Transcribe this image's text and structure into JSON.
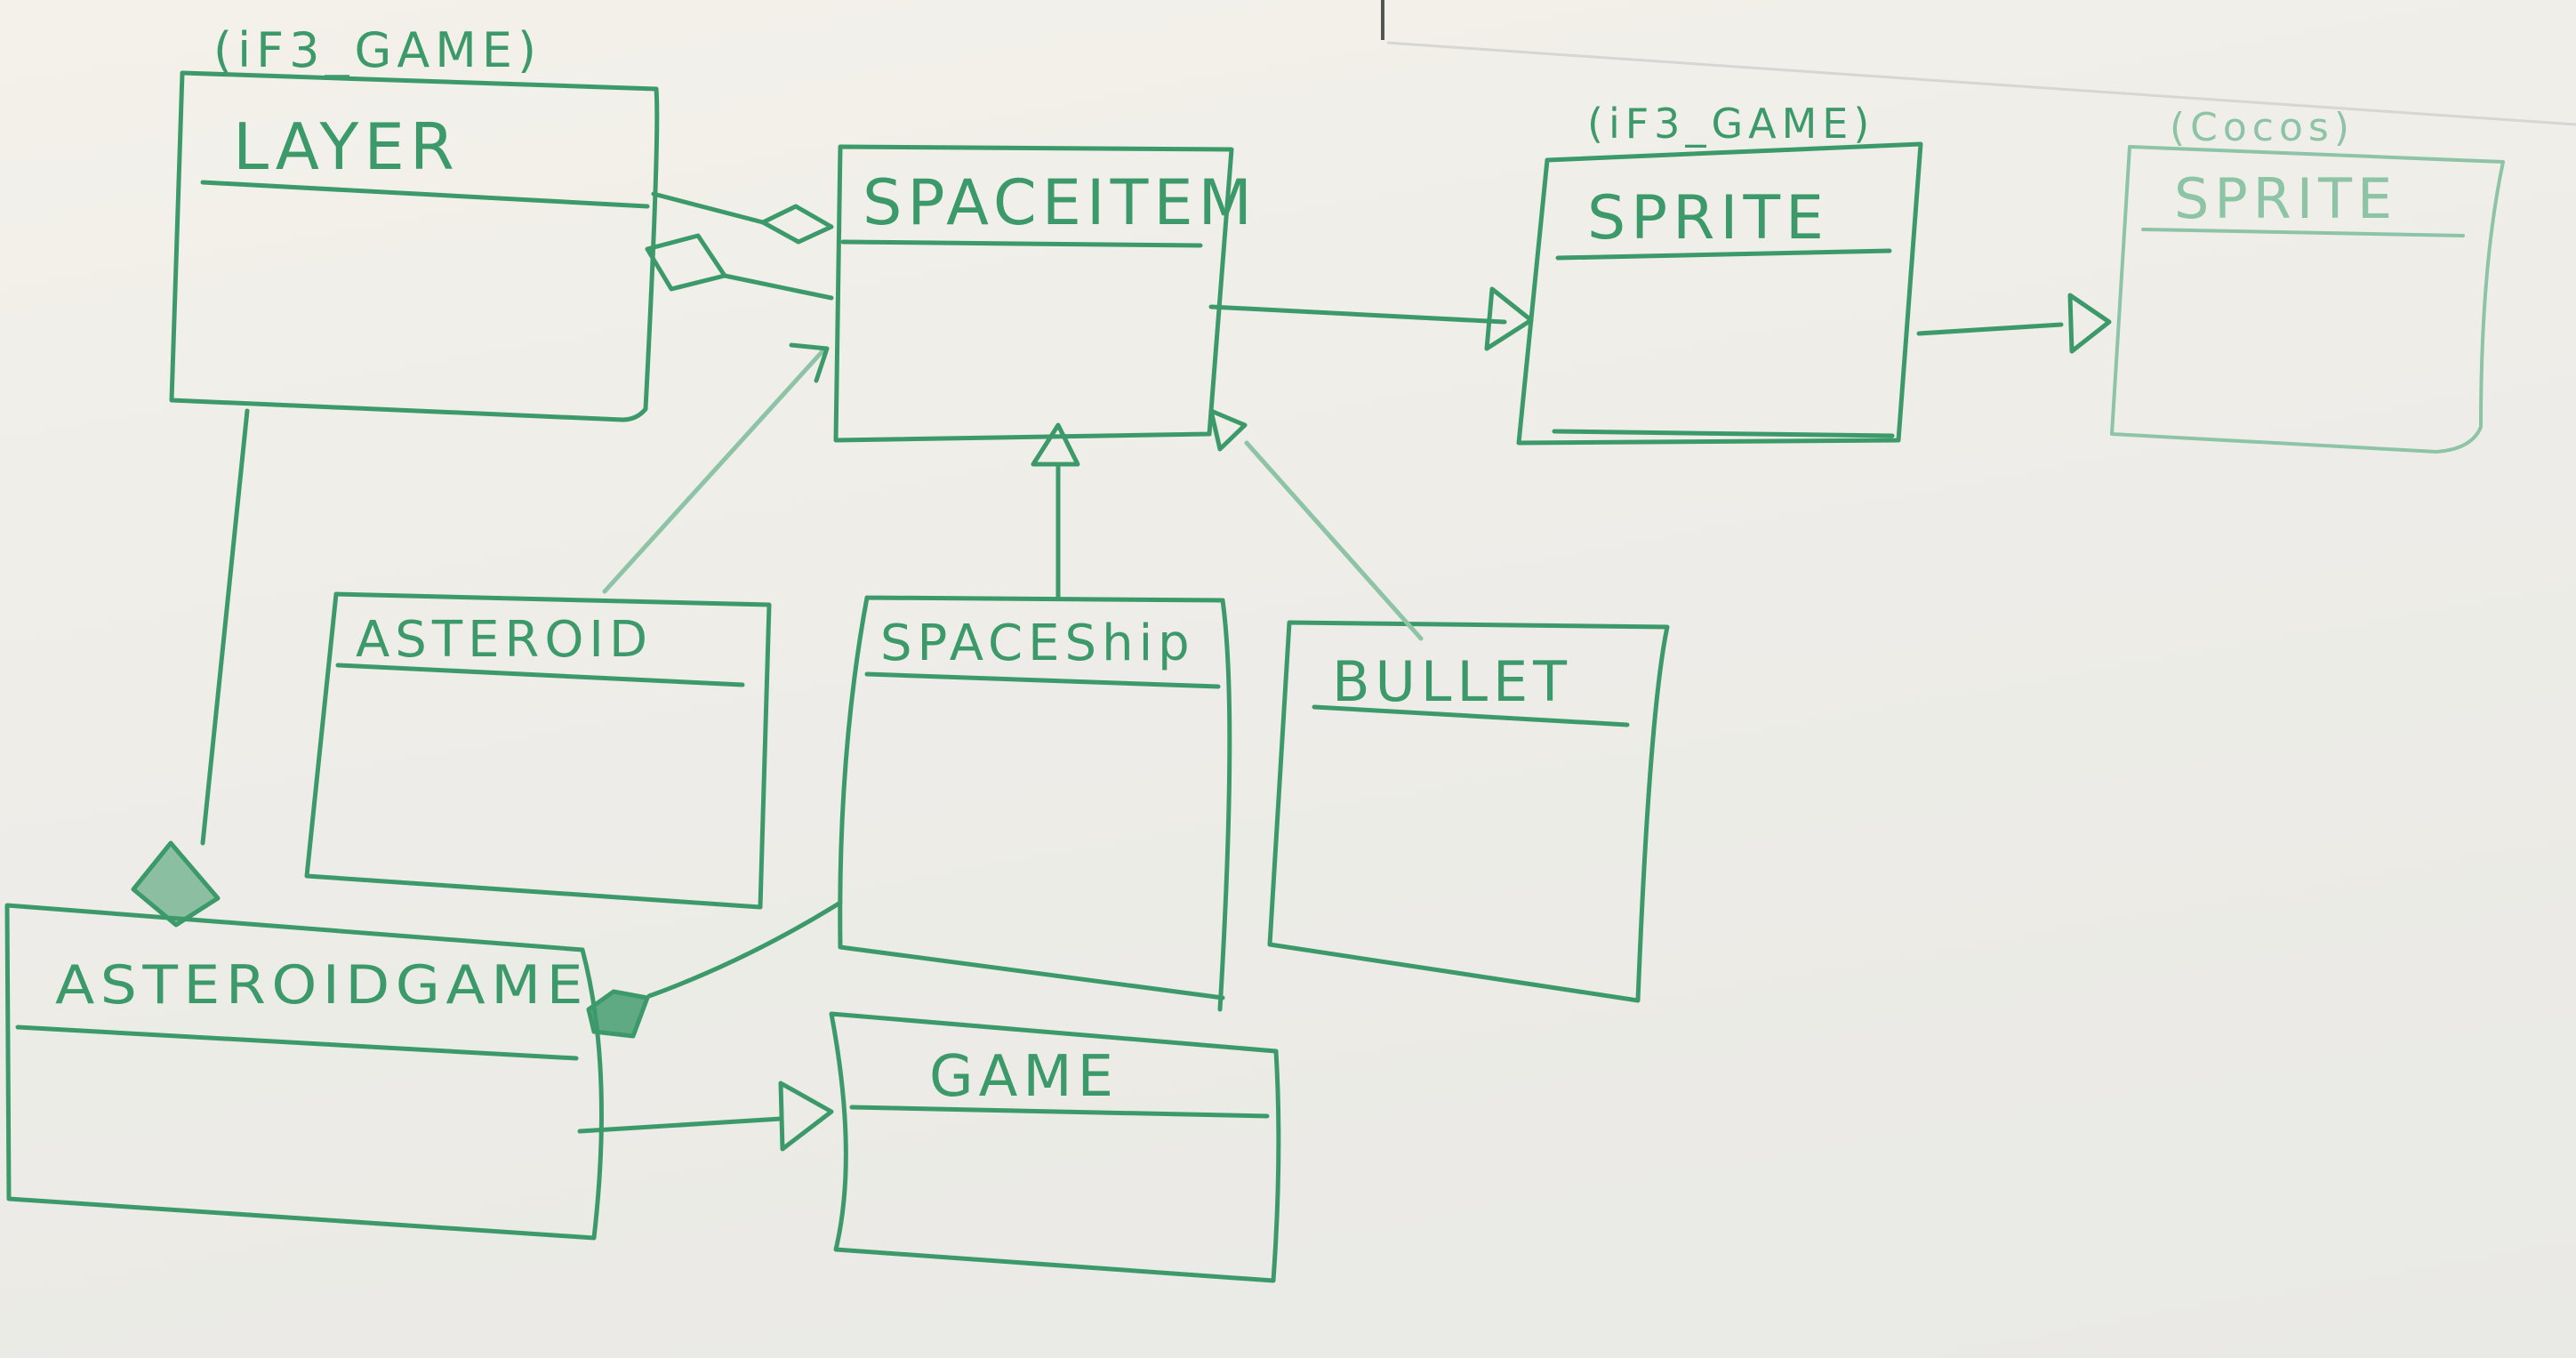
{
  "ink_color": "#3c9a6a",
  "ink_color_light": "#8cc4a5",
  "board_color": "#f1efea",
  "classes": {
    "layer": {
      "stereotype": "(iF3_GAME)",
      "name": "LAYER"
    },
    "space_item": {
      "name": "SPACEITEM"
    },
    "sprite_if3": {
      "stereotype": "(iF3_GAME)",
      "name": "SPRITE"
    },
    "sprite_cocos": {
      "stereotype": "(Cocos)",
      "name": "SPRITE"
    },
    "asteroid": {
      "name": "ASTEROID"
    },
    "space_ship": {
      "name": "SPACEShip"
    },
    "bullet": {
      "name": "BULLET"
    },
    "asteroid_game": {
      "name": "ASTEROIDGAME"
    },
    "game": {
      "name": "GAME"
    }
  },
  "relations": [
    {
      "from": "layer",
      "to": "space_item",
      "kind": "aggregation"
    },
    {
      "from": "layer",
      "to": "space_item",
      "kind": "aggregation"
    },
    {
      "from": "space_item",
      "to": "sprite_if3",
      "kind": "inheritance"
    },
    {
      "from": "sprite_if3",
      "to": "sprite_cocos",
      "kind": "inheritance"
    },
    {
      "from": "asteroid",
      "to": "space_item",
      "kind": "inheritance"
    },
    {
      "from": "space_ship",
      "to": "space_item",
      "kind": "inheritance"
    },
    {
      "from": "bullet",
      "to": "space_item",
      "kind": "inheritance"
    },
    {
      "from": "layer",
      "to": "asteroid_game",
      "kind": "composition"
    },
    {
      "from": "space_ship",
      "to": "asteroid_game",
      "kind": "composition"
    },
    {
      "from": "asteroid_game",
      "to": "game",
      "kind": "inheritance"
    }
  ]
}
